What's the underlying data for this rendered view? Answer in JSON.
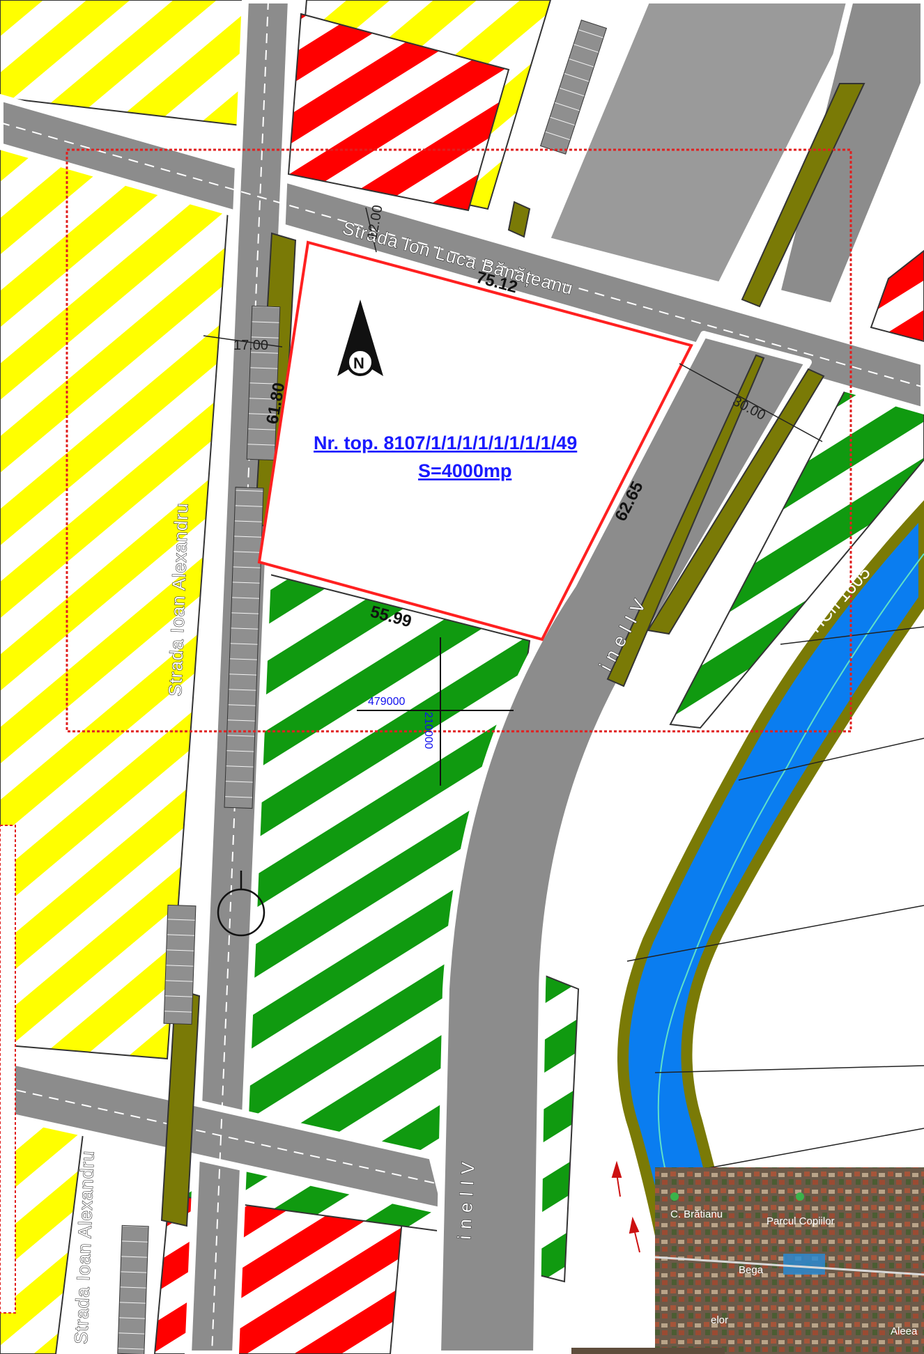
{
  "streets": {
    "top": "Strada  Ion Luca Bănățeanu",
    "left": "Strada  Ioan Alexandru",
    "left_bottom": "Strada  Ioan Alexandru",
    "ring_upper": "i n e l  I V",
    "ring_lower": "i n e l  I V"
  },
  "dimensions": {
    "top_edge": "75.12",
    "left_edge": "61.80",
    "right_edge": "62.65",
    "bottom_edge": "55.99",
    "top_width": "12.00",
    "left_width": "17.00",
    "right_width": "30.00"
  },
  "parcel": {
    "topo_number": "Nr. top. 8107/1/1/1/1/1/1/1/1/49",
    "area": "S=4000mp"
  },
  "coordinates": {
    "x": "479000",
    "y": "210000"
  },
  "river": {
    "label": "HCn 1605",
    "label_bottom": "HCn 1605"
  },
  "north_arrow": {
    "letter": "N"
  },
  "inset": {
    "place1": "C. Brătianu",
    "place2": "Parcul Copiilor",
    "place3": "Bega",
    "place4": "Aleea",
    "place5": "elor"
  },
  "colors": {
    "road": "#8c8c8c",
    "road_island": "#7a7a06",
    "residential_hatch": "#ffff00",
    "commercial_hatch": "#ff0000",
    "green_hatch": "#109a10",
    "river": "#0a7df0",
    "parcel_boundary": "#ff2020",
    "building": "#9a9a9a"
  }
}
